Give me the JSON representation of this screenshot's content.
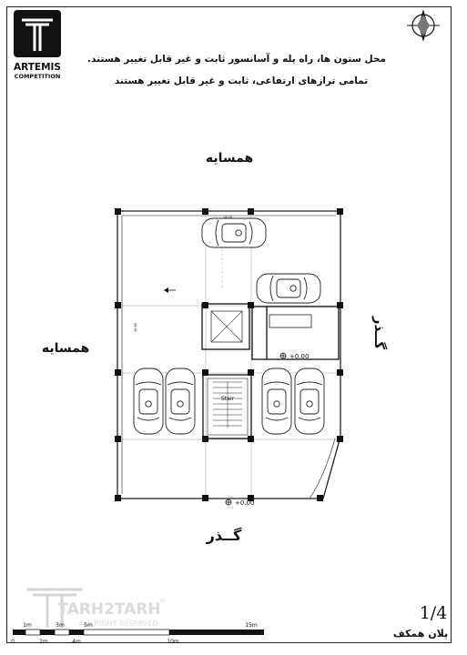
{
  "logo": {
    "name": "ARTEMIS",
    "sub": "COMPETITION"
  },
  "notes": [
    "محل ستون ها، راه پله و آسانسور ثابت و غیر قابل تغییر هستند.",
    "تمامی ترازهای ارتفاعی، ثابت و غیر قابل تغییر هستند"
  ],
  "plan": {
    "neighbor_top": "همسایه",
    "neighbor_left": "همسایه",
    "street_bottom": "گــذر",
    "street_right": "گــذر",
    "stair_label": "Stair",
    "level_inner": "+0.00",
    "level_entry": "+0.00",
    "dim_top": "14.00",
    "dim_left": "16.90"
  },
  "watermark": {
    "brand": "TARH2TARH",
    "reg": "®",
    "rights": "ALL RIGHT RESERVED"
  },
  "scale_bar": {
    "top_labels": [
      "1m",
      "3m",
      "5m",
      "15m"
    ],
    "bottom_labels": [
      "0",
      "2m",
      "4m",
      "10m"
    ]
  },
  "sheet": {
    "number": "1/4",
    "title": "پلان همکف"
  }
}
